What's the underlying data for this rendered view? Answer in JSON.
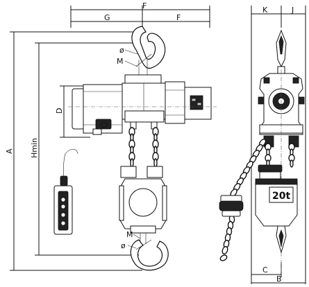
{
  "labels": {
    "F_left": "F",
    "F_right": "F",
    "G": "G",
    "K": "K",
    "J": "J",
    "A": "A",
    "Hmin": "Hmin",
    "D": "D",
    "phi_top": "ø",
    "M_top": "M",
    "M_bottom": "M",
    "phi_bottom": "ø",
    "C": "C",
    "B": "B",
    "load_tag": "20t"
  }
}
